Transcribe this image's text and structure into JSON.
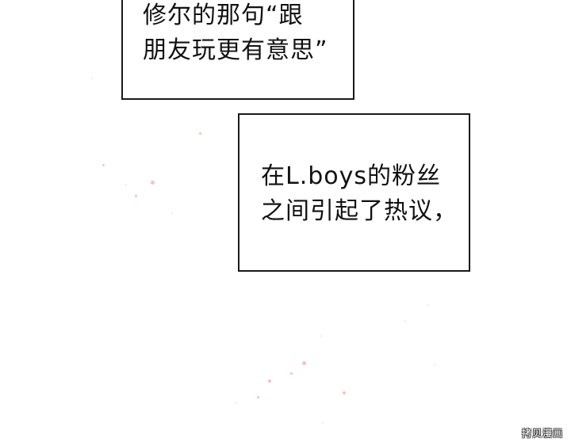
{
  "captions": [
    {
      "lines": [
        "修尔的那句“跟",
        "朋友玩更有意思”"
      ]
    },
    {
      "lines": [
        "在L.boys的粉丝",
        "之间引起了热议，"
      ]
    }
  ],
  "watermark": "拷贝漫画",
  "colors": {
    "background": "#ffffff",
    "border": "#1a1a1a",
    "text": "#111111",
    "speck": "#f2c3bd"
  }
}
